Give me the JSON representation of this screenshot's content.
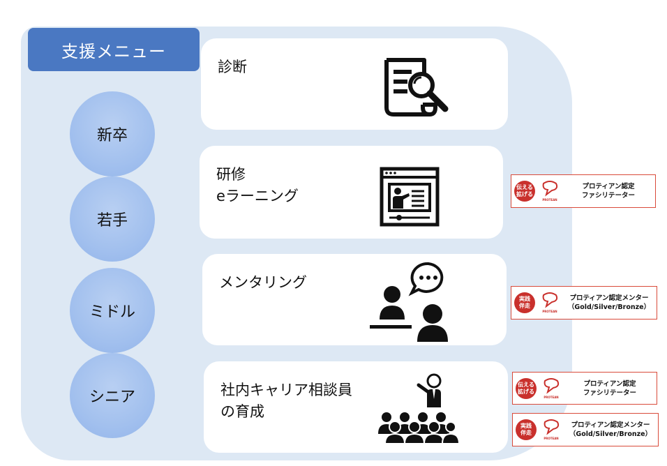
{
  "menu": {
    "title": "支援メニュー"
  },
  "stages": [
    {
      "label": "新卒"
    },
    {
      "label": "若手"
    },
    {
      "label": "ミドル"
    },
    {
      "label": "シニア"
    }
  ],
  "cards": [
    {
      "title": "診断",
      "icon": "diagnosis-document-magnifier-icon"
    },
    {
      "title": "研修\neラーニング",
      "icon": "elearning-screen-presenter-icon"
    },
    {
      "title": "メンタリング",
      "icon": "mentoring-speech-bubble-icon"
    },
    {
      "title": "社内キャリア相談員\nの育成",
      "icon": "lecturer-audience-icon"
    }
  ],
  "badges": [
    {
      "seal": "伝える\n拡げる",
      "logo_text": "PROTEAN",
      "label": "プロティアン認定\nファシリテーター"
    },
    {
      "seal": "実践\n伴走",
      "logo_text": "PROTEAN",
      "label": "プロティアン認定メンター\n（Gold/Silver/Bronze）"
    },
    {
      "seal": "伝える\n拡げる",
      "logo_text": "PROTEAN",
      "label": "プロティアン認定\nファシリテーター"
    },
    {
      "seal": "実践\n伴走",
      "logo_text": "PROTEAN",
      "label": "プロティアン認定メンター\n（Gold/Silver/Bronze）"
    }
  ],
  "colors": {
    "panel": "#dde8f4",
    "tab": "#4a78c2",
    "circle": "#a2c0ee",
    "seal": "#c9302c"
  }
}
